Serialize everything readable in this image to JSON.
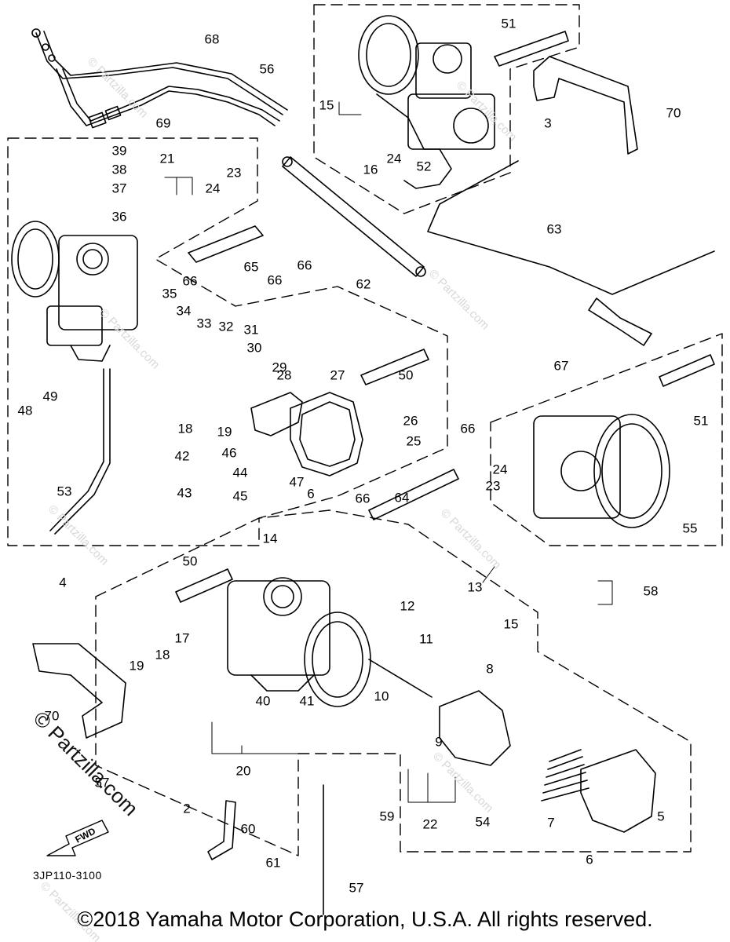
{
  "diagram": {
    "part_code": "3JP110-3100",
    "copyright": "©2018 Yamaha Motor Corporation, U.S.A. All rights reserved.",
    "watermark_text": "© Partzilla.com",
    "overlay_watermark": "© Partzilla.com",
    "fwd_label": "FWD",
    "callouts": [
      "68",
      "56",
      "51",
      "70",
      "15",
      "3",
      "69",
      "16",
      "24",
      "52",
      "39",
      "38",
      "21",
      "23",
      "37",
      "24",
      "66",
      "36",
      "63",
      "66",
      "65",
      "66",
      "62",
      "35",
      "34",
      "33",
      "32",
      "31",
      "30",
      "29",
      "28",
      "27",
      "50",
      "67",
      "51",
      "48",
      "49",
      "18",
      "19",
      "26",
      "25",
      "66",
      "24",
      "42",
      "46",
      "44",
      "23",
      "47",
      "6",
      "43",
      "45",
      "64",
      "66",
      "55",
      "53",
      "4",
      "14",
      "50",
      "13",
      "58",
      "12",
      "15",
      "11",
      "8",
      "17",
      "19",
      "18",
      "40",
      "41",
      "10",
      "9",
      "20",
      "70",
      "57",
      "2",
      "22",
      "59",
      "54",
      "7",
      "5",
      "60",
      "61",
      "6",
      "57"
    ]
  }
}
